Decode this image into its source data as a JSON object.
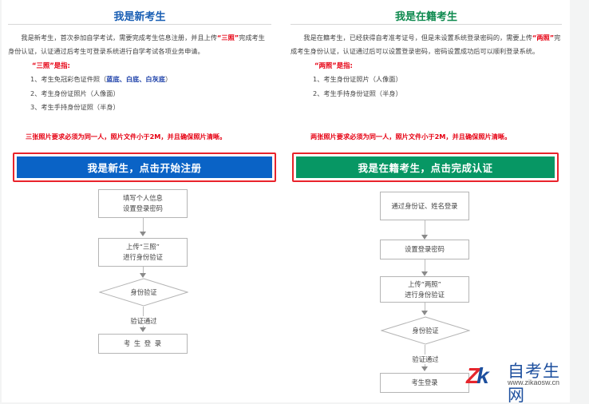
{
  "new_student": {
    "title": "我是新考生",
    "intro_before": "我是新考生，首次参加自学考试，需要完成考生信息注册，并且上传",
    "intro_highlight": "“三照”",
    "intro_after": "完成考生身份认证，认证通过后考生可登录系统进行自学考试各项业务申请。",
    "photos_heading": "“三照”是指:",
    "photos": [
      {
        "prefix": "1、考生免冠彩色证件照（",
        "highlight": "蓝底、白底、白灰底",
        "suffix": "）"
      },
      {
        "prefix": "2、考生身份证照片（人像面）",
        "highlight": "",
        "suffix": ""
      },
      {
        "prefix": "3、考生手持身份证照（半身）",
        "highlight": "",
        "suffix": ""
      }
    ],
    "warning": "三张照片要求必须为同一人，照片文件小于2M，并且确保照片清晰。",
    "cta_label": "我是新生，点击开始注册",
    "cta_color": "#0a63c6",
    "flow": {
      "step1_line1": "填写个人信息",
      "step1_line2": "设置登录密码",
      "step2_line1": "上传“三照”",
      "step2_line2": "进行身份验证",
      "decision": "身份验证",
      "pass_label": "验证通过",
      "final": "考 生 登 录"
    }
  },
  "existing_student": {
    "title": "我是在籍考生",
    "intro_before": "我是在籍考生，已经获得自考准考证号，但是未设置系统登录密码的，需要上传",
    "intro_highlight": "“两照”",
    "intro_after": "完成考生身份认证，认证通过后可以设置登录密码，密码设置成功后可以顺利登录系统。",
    "photos_heading": "“两照”是指:",
    "photos": [
      "1、考生身份证照片（人像面）",
      "2、考生手持身份证照（半身）"
    ],
    "warning": "两张照片要求必须为同一人，照片文件小于2M，并且确保照片清晰。",
    "cta_label": "我是在籍考生，点击完成认证",
    "cta_color": "#079764",
    "flow": {
      "step1": "通过身份证、姓名登录",
      "step2": "设置登录密码",
      "step3_line1": "上传“两照”",
      "step3_line2": "进行身份验证",
      "decision": "身份验证",
      "pass_label": "验证通过",
      "final": "考生登录"
    }
  },
  "watermark": {
    "logo_letters": "Zk",
    "site_name": "自考生网",
    "url": "www.zikaosw.cn"
  },
  "colors": {
    "title_blue": "#1a5fb4",
    "title_green": "#0f8a4f",
    "highlight_red": "#e60012",
    "cta_border_red": "#e9232b"
  }
}
